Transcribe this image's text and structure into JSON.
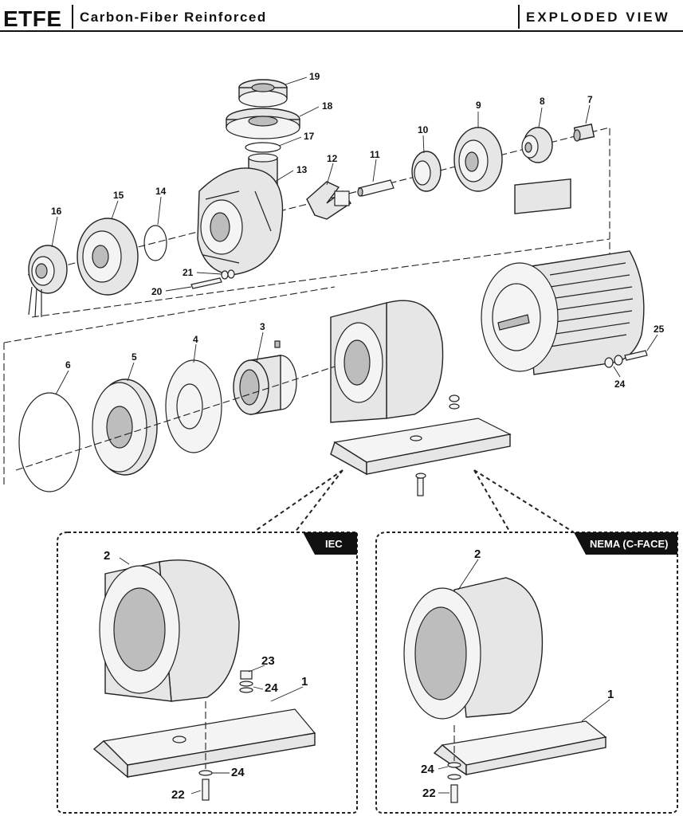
{
  "header": {
    "model": "ETFE",
    "subtitle": "Carbon-Fiber Reinforced",
    "view": "EXPLODED VIEW"
  },
  "panels": {
    "iec_tag": "IEC",
    "nema_tag": "NEMA (C-FACE)"
  },
  "callouts": {
    "main": [
      "19",
      "18",
      "17",
      "13",
      "12",
      "11",
      "10",
      "9",
      "8",
      "7",
      "14",
      "15",
      "16",
      "21",
      "20",
      "3",
      "4",
      "5",
      "6",
      "25",
      "24"
    ],
    "iec": [
      "2",
      "23",
      "24",
      "1",
      "24",
      "22"
    ],
    "nema": [
      "2",
      "1",
      "24",
      "22"
    ]
  },
  "colors": {
    "line": "#222222",
    "tag_bg": "#111111",
    "tag_fg": "#ffffff"
  }
}
